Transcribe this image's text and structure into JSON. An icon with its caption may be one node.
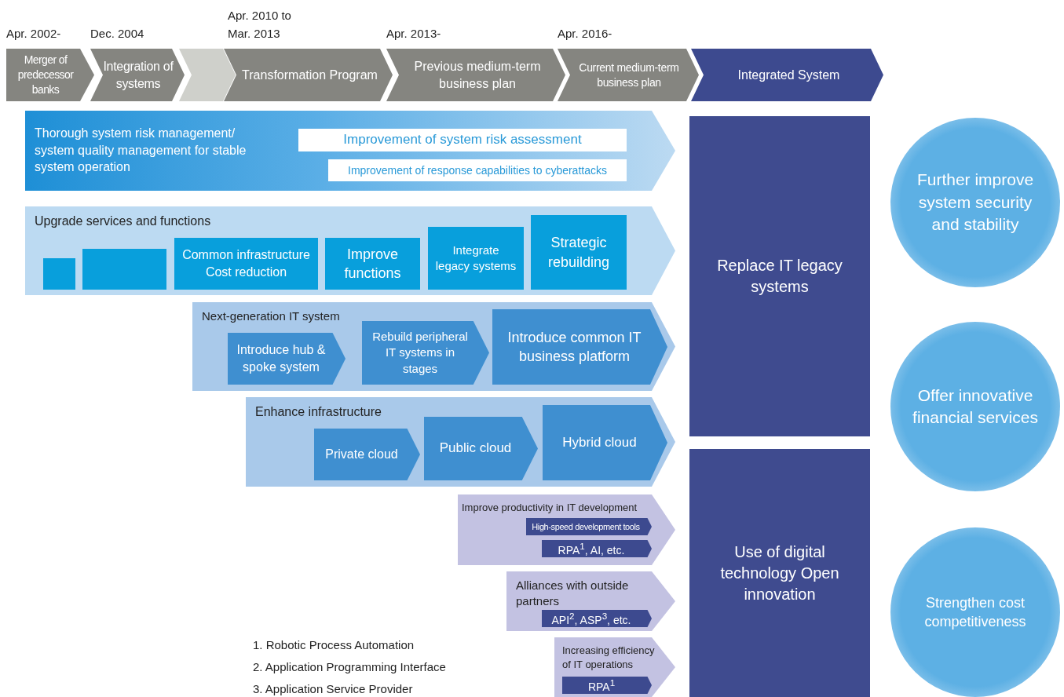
{
  "diagram": {
    "nodes": [
      {
        "text": [
          "Merger of predecessor banks"
        ],
        "beside": [
          "Apr. 2002-"
        ]
      },
      {
        "text": [
          "Integration of systems"
        ],
        "beside": [
          "Dec. 2004"
        ]
      },
      {
        "text": [],
        "shape": "chevron"
      },
      {
        "text": [
          "Transformation Program"
        ],
        "beside": [
          "Apr. 2010 to Mar. 2013"
        ]
      },
      {
        "text": [
          "Previous medium-term business plan"
        ],
        "beside": [
          "Apr. 2013-"
        ]
      },
      {
        "text": [
          "Current medium-term business plan"
        ],
        "beside": [
          "Apr. 2016-"
        ]
      },
      {
        "text": [
          "Integrated System"
        ]
      },
      {
        "text": [
          "Thorough system risk management/ system quality management for stable system operation"
        ]
      },
      {
        "text": [
          "Improvement of system risk assessment"
        ],
        "in": 7
      },
      {
        "text": [
          "Improvement of response capabilities to cyberattacks"
        ],
        "in": 7
      },
      {
        "text": [
          "Upgrade services and functions"
        ]
      },
      {
        "text": [],
        "shape": "box",
        "in": 10
      },
      {
        "text": [],
        "shape": "box",
        "in": 10
      },
      {
        "text": [
          "Common infrastructure Cost reduction"
        ],
        "in": 10
      },
      {
        "text": [
          "Improve functions"
        ],
        "in": 10
      },
      {
        "text": [
          "Integrate legacy systems"
        ],
        "in": 10
      },
      {
        "text": [
          "Strategic rebuilding"
        ],
        "in": 10
      },
      {
        "text": [
          "Next-generation IT system"
        ]
      },
      {
        "text": [
          "Introduce hub & spoke system"
        ],
        "in": 17
      },
      {
        "text": [
          "Rebuild peripheral IT systems in stages"
        ],
        "in": 17
      },
      {
        "text": [
          "Introduce common IT business platform"
        ],
        "in": 17
      },
      {
        "text": [
          "Enhance infrastructure"
        ]
      },
      {
        "text": [
          "Private cloud"
        ],
        "in": 21
      },
      {
        "text": [
          "Public cloud"
        ],
        "in": 21
      },
      {
        "text": [
          "Hybrid cloud"
        ],
        "in": 21
      },
      {
        "text": [
          "Improve productivity in IT development"
        ]
      },
      {
        "text": [
          "High-speed development tools"
        ],
        "in": 25
      },
      {
        "text": [
          "RPA$^{1}$, AI, etc."
        ],
        "in": 25
      },
      {
        "text": [
          "Alliances with outside partners"
        ]
      },
      {
        "text": [
          "API$^{2}$, ASP$^{3}$, etc."
        ],
        "in": 28
      },
      {
        "text": [
          "Increasing efficiency of IT operations"
        ]
      },
      {
        "text": [
          "RPA$^{1}$"
        ],
        "in": 30
      },
      {
        "text": [
          "Replace IT legacy systems"
        ]
      },
      {
        "text": [
          "Use of digital technology Open innovation"
        ]
      },
      {
        "text": [
          "Further improve system security and stability"
        ]
      },
      {
        "text": [
          "Offer innovative financial services"
        ]
      },
      {
        "text": [
          "Strengthen cost competitiveness"
        ]
      }
    ],
    "labels": [
      "1. Robotic Process Automation",
      "2. Application Programming Interface",
      "3. Application Service Provider"
    ]
  }
}
